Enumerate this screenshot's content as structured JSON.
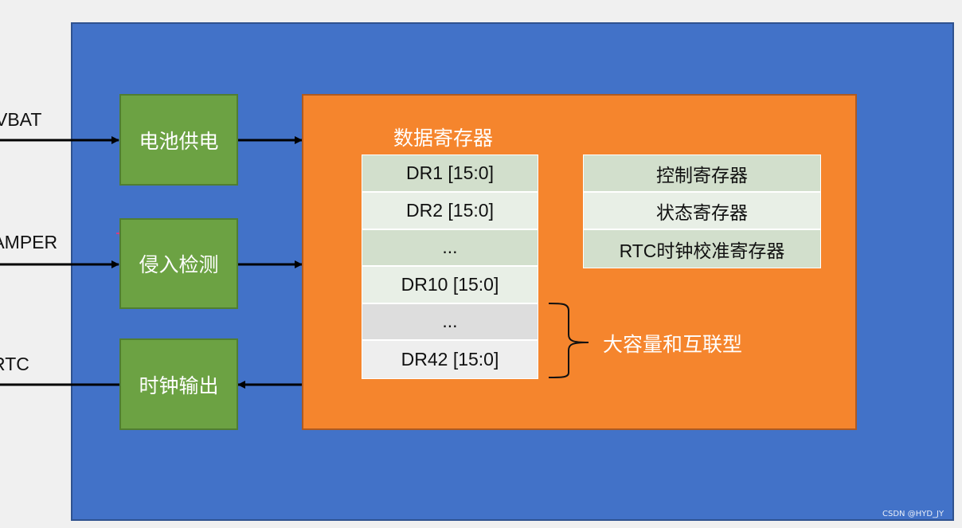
{
  "external_signals": {
    "vbat": "VBAT",
    "tamper": "TAMPER",
    "rtc": "RTC"
  },
  "blocks": {
    "battery_supply": "电池供电",
    "tamper_detect": "侵入检测",
    "clock_output": "时钟输出"
  },
  "data_registers": {
    "title": "数据寄存器",
    "rows": [
      "DR1 [15:0]",
      "DR2 [15:0]",
      "...",
      "DR10 [15:0]",
      "...",
      "DR42 [15:0]"
    ],
    "brace_label": "大容量和互联型"
  },
  "control_registers": {
    "rows": [
      "控制寄存器",
      "状态寄存器",
      "RTC时钟校准寄存器"
    ]
  },
  "colors": {
    "outer_bg": "#4272c8",
    "block_green": "#6ca243",
    "core_orange": "#f5852d"
  },
  "watermark": "CSDN @HYD_JY"
}
